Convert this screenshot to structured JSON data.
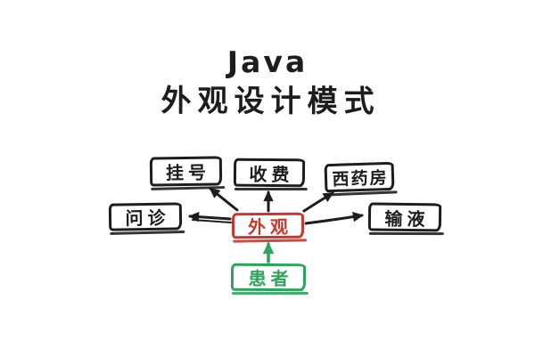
{
  "title": {
    "line1": "Java",
    "line2": "外观设计模式"
  },
  "colors": {
    "ink": "#1d1d1d",
    "facade_red": "#c9362c",
    "patient_green": "#2da35c",
    "background": "#ffffff"
  },
  "nodes": [
    {
      "id": "registration",
      "label": "挂号",
      "role": "subsystem",
      "color": "#1d1d1d"
    },
    {
      "id": "billing",
      "label": "收费",
      "role": "subsystem",
      "color": "#1d1d1d"
    },
    {
      "id": "pharmacy",
      "label": "西药房",
      "role": "subsystem",
      "color": "#1d1d1d"
    },
    {
      "id": "consultation",
      "label": "问诊",
      "role": "subsystem",
      "color": "#1d1d1d"
    },
    {
      "id": "infusion",
      "label": "输液",
      "role": "subsystem",
      "color": "#1d1d1d"
    },
    {
      "id": "facade",
      "label": "外观",
      "role": "facade",
      "color": "#c9362c"
    },
    {
      "id": "patient",
      "label": "患者",
      "role": "client",
      "color": "#2da35c"
    }
  ],
  "edges": [
    {
      "from": "facade",
      "to": "registration",
      "color": "#1d1d1d"
    },
    {
      "from": "facade",
      "to": "billing",
      "color": "#1d1d1d"
    },
    {
      "from": "facade",
      "to": "pharmacy",
      "color": "#1d1d1d"
    },
    {
      "from": "facade",
      "to": "consultation",
      "color": "#1d1d1d"
    },
    {
      "from": "facade",
      "to": "infusion",
      "color": "#1d1d1d"
    },
    {
      "from": "patient",
      "to": "facade",
      "color": "#2da35c"
    }
  ]
}
